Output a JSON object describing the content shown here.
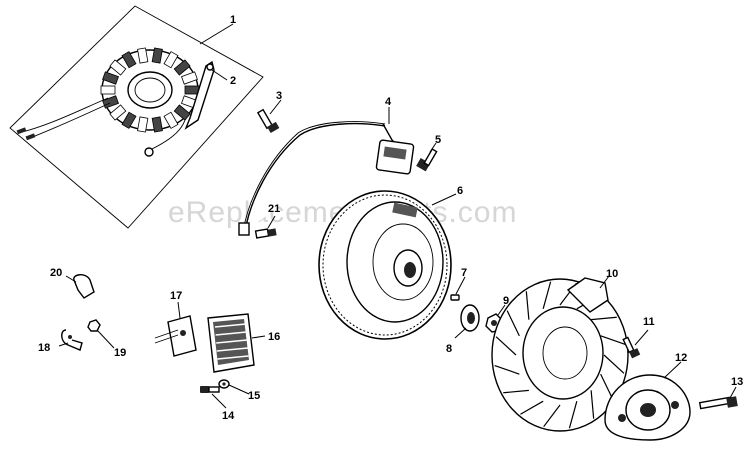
{
  "watermark": "eReplacementParts.com",
  "callouts": [
    {
      "id": "1",
      "label": "1"
    },
    {
      "id": "2",
      "label": "2"
    },
    {
      "id": "3",
      "label": "3"
    },
    {
      "id": "4",
      "label": "4"
    },
    {
      "id": "5",
      "label": "5"
    },
    {
      "id": "6",
      "label": "6"
    },
    {
      "id": "7",
      "label": "7"
    },
    {
      "id": "8",
      "label": "8"
    },
    {
      "id": "9",
      "label": "9"
    },
    {
      "id": "10",
      "label": "10"
    },
    {
      "id": "11",
      "label": "11"
    },
    {
      "id": "12",
      "label": "12"
    },
    {
      "id": "13",
      "label": "13"
    },
    {
      "id": "14",
      "label": "14"
    },
    {
      "id": "15",
      "label": "15"
    },
    {
      "id": "16",
      "label": "16"
    },
    {
      "id": "17",
      "label": "17"
    },
    {
      "id": "18",
      "label": "18"
    },
    {
      "id": "19",
      "label": "19"
    },
    {
      "id": "20",
      "label": "20"
    },
    {
      "id": "21",
      "label": "21"
    }
  ]
}
